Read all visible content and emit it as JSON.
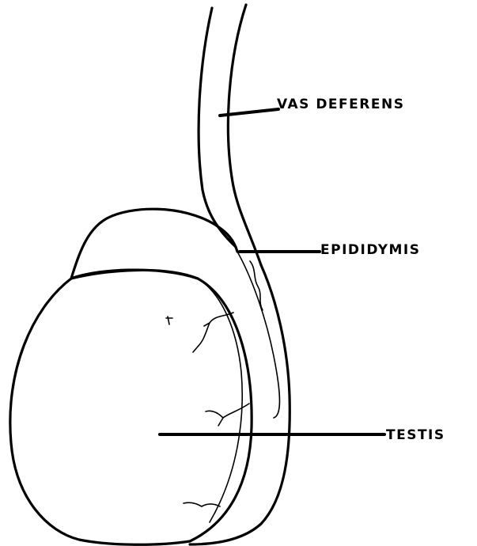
{
  "labels": {
    "vas_deferens": "VAS DEFERENS",
    "epididymis": "EPIDIDYMIS",
    "testis": "TESTIS"
  },
  "colors": {
    "background": "#ffffff",
    "ink": "#000000"
  }
}
